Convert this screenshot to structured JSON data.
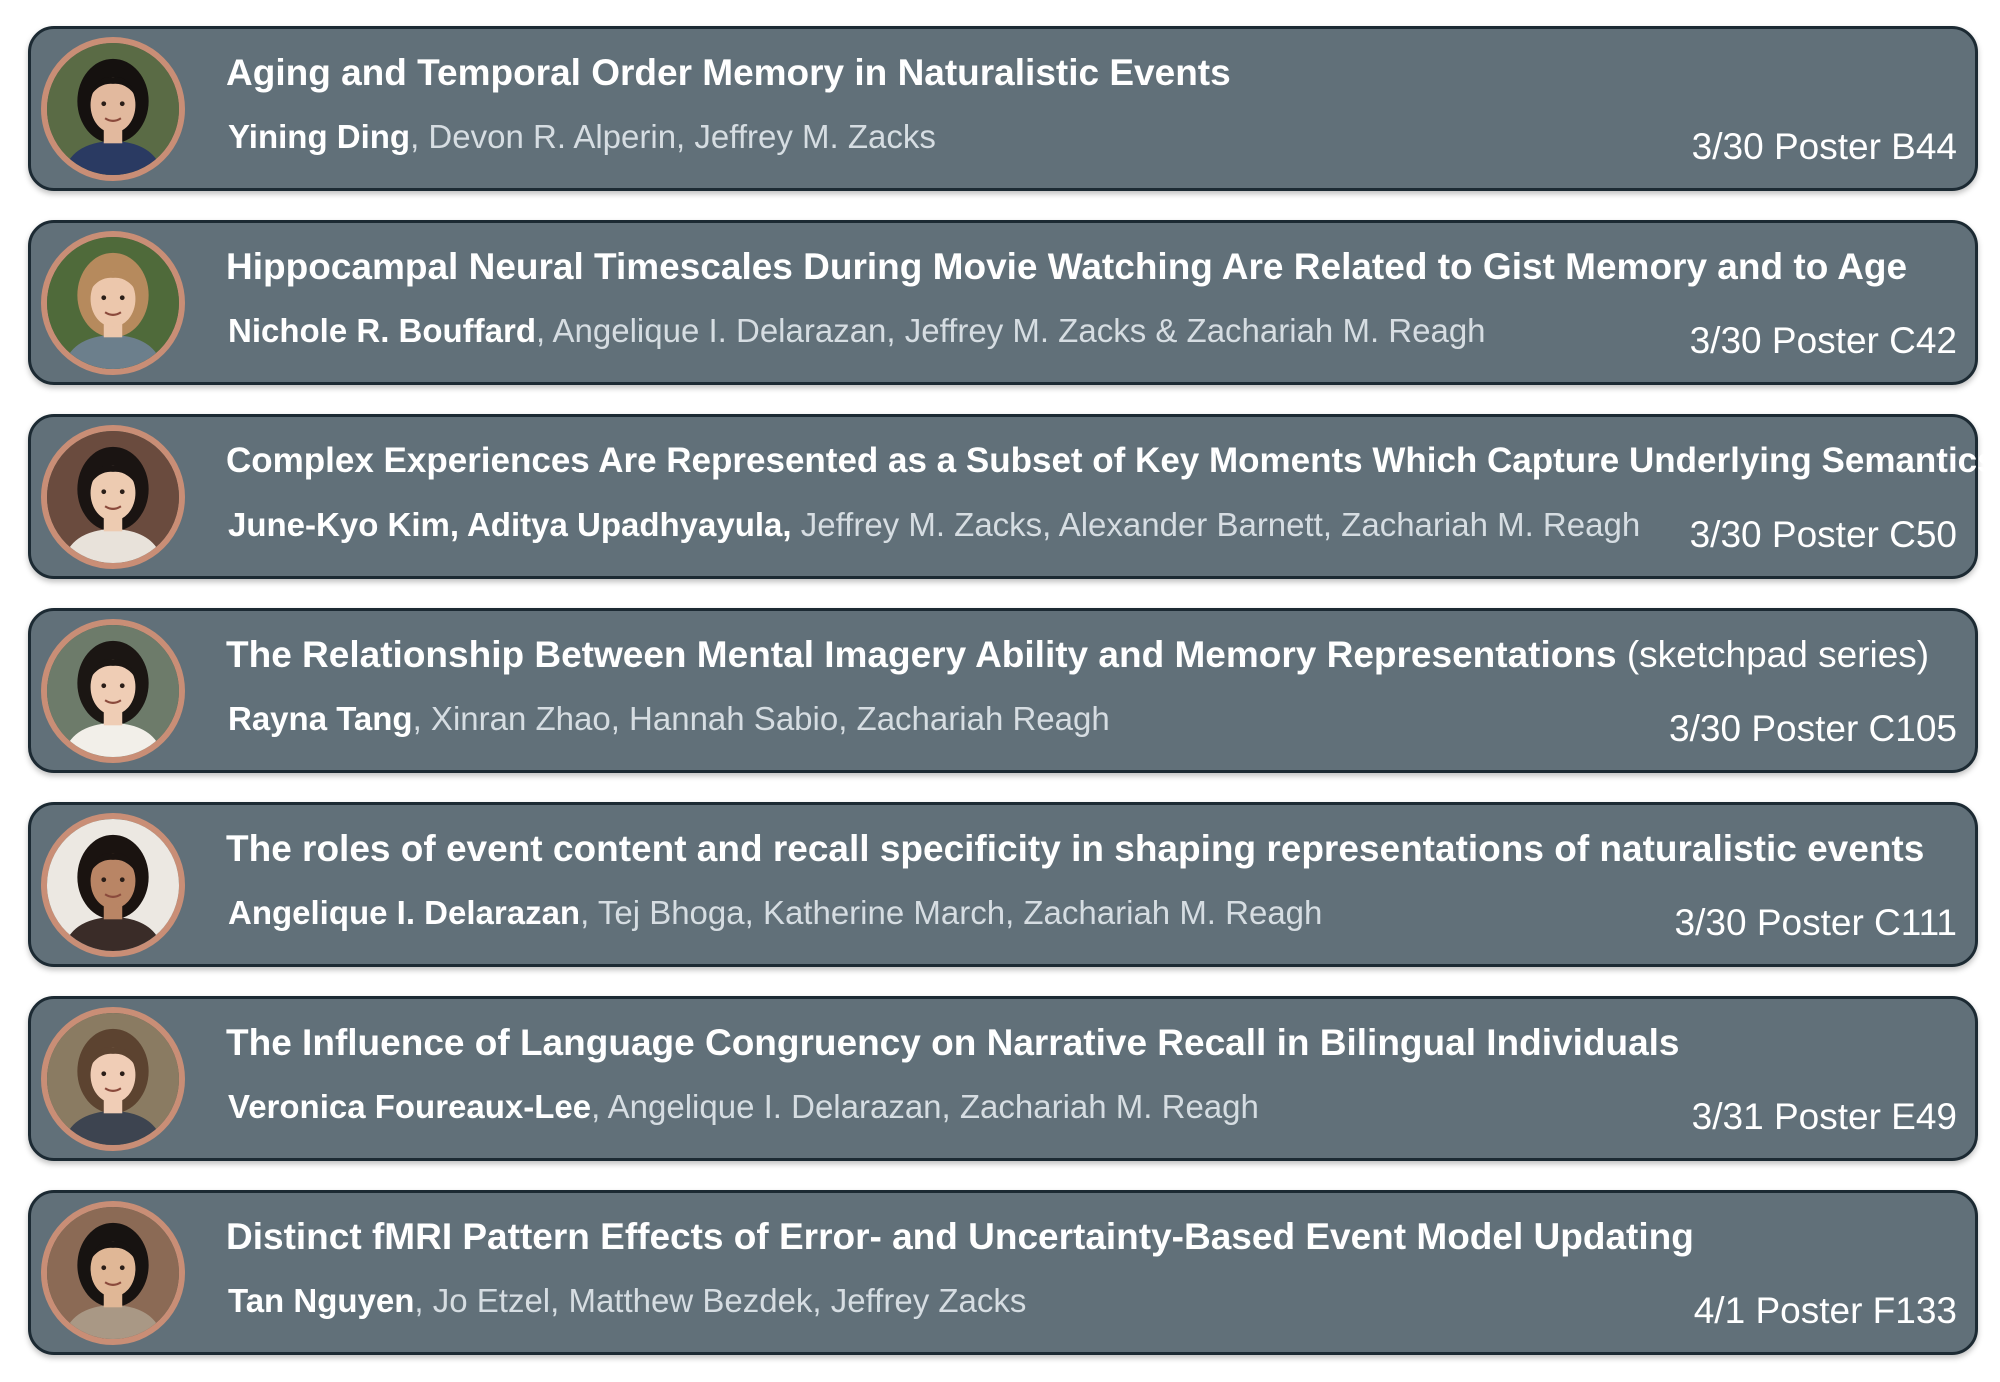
{
  "posters": [
    {
      "title": "Aging and Temporal Order Memory in Naturalistic Events",
      "title_extra": "",
      "lead_authors": "Yining Ding",
      "other_authors": ", Devon R. Alperin, Jeffrey M. Zacks",
      "session": "3/30 Poster B44",
      "avatar_colors": {
        "bg": "#5a6b45",
        "hair": "#15110f",
        "skin": "#e2b99e",
        "shirt": "#2a3a62"
      }
    },
    {
      "title": "Hippocampal Neural Timescales During Movie Watching Are Related to Gist Memory and to Age",
      "title_extra": "",
      "lead_authors": "Nichole R. Bouffard",
      "other_authors": ", Angelique I. Delarazan, Jeffrey M. Zacks & Zachariah M. Reagh",
      "session": "3/30 Poster C42",
      "avatar_colors": {
        "bg": "#4f6a3a",
        "hair": "#b68a5d",
        "skin": "#ecc7ac",
        "shirt": "#6c7f8c"
      }
    },
    {
      "title": "Complex Experiences Are Represented as a Subset of Key Moments Which Capture Underlying Semantics",
      "title_extra": "",
      "lead_authors": "June-Kyo Kim, Aditya Upadhyayula,",
      "other_authors": " Jeffrey M. Zacks, Alexander Barnett, Zachariah M. Reagh",
      "session": "3/30 Poster C50",
      "avatar_colors": {
        "bg": "#6a4b3e",
        "hair": "#1a1412",
        "skin": "#edcbb1",
        "shirt": "#e8e2da"
      }
    },
    {
      "title": "The Relationship Between Mental Imagery Ability and Memory Representations",
      "title_extra": " (sketchpad series)",
      "lead_authors": "Rayna Tang",
      "other_authors": ", Xinran Zhao, Hannah Sabio, Zachariah Reagh",
      "session": "3/30 Poster C105",
      "avatar_colors": {
        "bg": "#6d7b6a",
        "hair": "#1b1613",
        "skin": "#efcdb5",
        "shirt": "#f2efe9"
      }
    },
    {
      "title": "The roles of event content and recall specificity in shaping representations of naturalistic events",
      "title_extra": "",
      "lead_authors": "Angelique I. Delarazan",
      "other_authors": ", Tej Bhoga, Katherine March, Zachariah M. Reagh",
      "session": "3/30 Poster C111",
      "avatar_colors": {
        "bg": "#ece8e2",
        "hair": "#1a1310",
        "skin": "#b98565",
        "shirt": "#3a2c28"
      }
    },
    {
      "title": "The Influence of Language Congruency on Narrative Recall in Bilingual Individuals",
      "title_extra": "",
      "lead_authors": "Veronica Foureaux-Lee",
      "other_authors": ", Angelique I. Delarazan, Zachariah M. Reagh",
      "session": "3/31 Poster E49",
      "avatar_colors": {
        "bg": "#8a7b62",
        "hair": "#5c4330",
        "skin": "#f0cdb6",
        "shirt": "#3d4450"
      }
    },
    {
      "title": "Distinct fMRI Pattern Effects of Error- and Uncertainty-Based Event Model Updating",
      "title_extra": "",
      "lead_authors": "Tan Nguyen",
      "other_authors": ", Jo Etzel, Matthew Bezdek, Jeffrey Zacks",
      "session": "4/1 Poster F133",
      "avatar_colors": {
        "bg": "#8b6a55",
        "hair": "#171311",
        "skin": "#e0b796",
        "shirt": "#a99885"
      }
    }
  ]
}
